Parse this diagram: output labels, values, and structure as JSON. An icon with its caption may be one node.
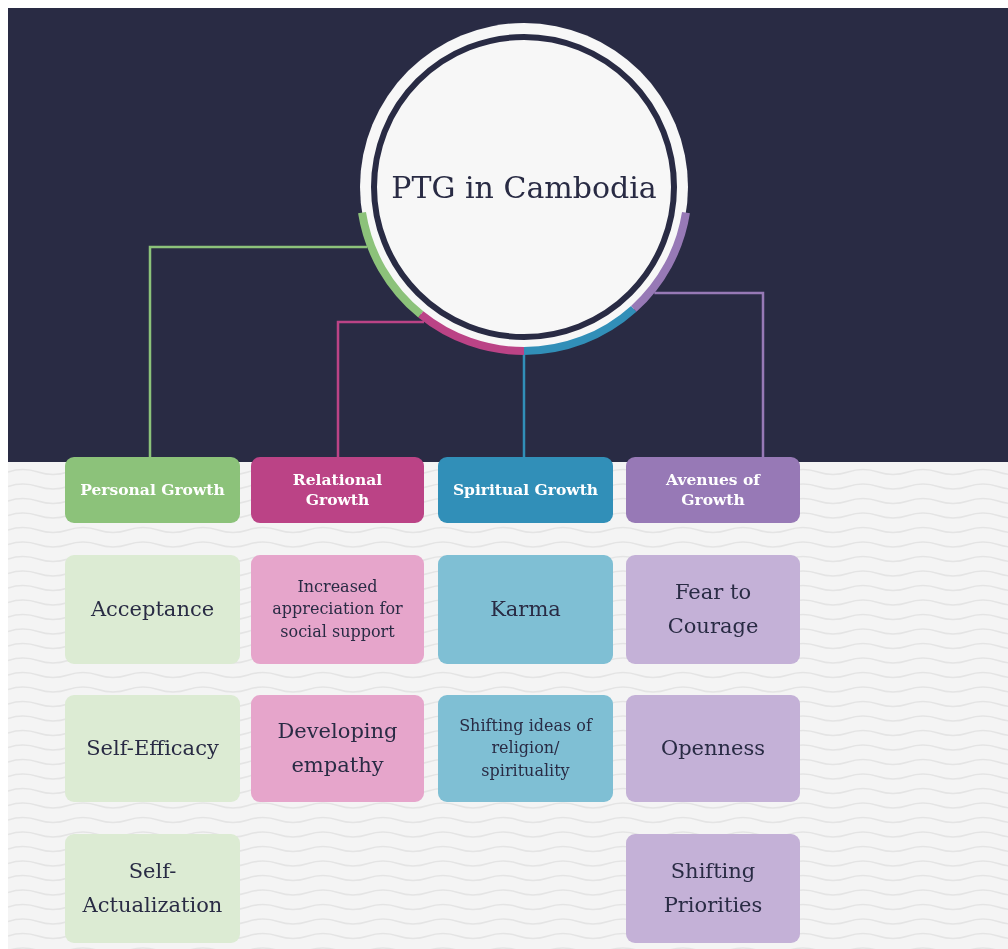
{
  "diagram": {
    "nodes": [
      {
        "text": [
          "PTG in Cambodia"
        ]
      },
      {
        "text": [
          "Personal Growth"
        ]
      },
      {
        "text": [
          "Relational Growth"
        ]
      },
      {
        "text": [
          "Spiritual Growth"
        ]
      },
      {
        "text": [
          "Avenues of Growth"
        ]
      },
      {
        "text": [
          "Acceptance"
        ]
      },
      {
        "text": [
          "Increased appreciation for social support"
        ]
      },
      {
        "text": [
          "Karma"
        ]
      },
      {
        "text": [
          "Fear to Courage"
        ]
      },
      {
        "text": [
          "Self-Efficacy"
        ]
      },
      {
        "text": [
          "Developing empathy"
        ]
      },
      {
        "text": [
          "Shifting ideas of religion/ spirituality"
        ]
      },
      {
        "text": [
          "Openness"
        ]
      },
      {
        "text": [
          "Self-Actualization"
        ]
      },
      {
        "text": [
          "Shifting Priorities"
        ]
      }
    ],
    "edges": [
      {
        "from": 0,
        "to": 1,
        "arrow": "none",
        "color": "#8cc27a"
      },
      {
        "from": 0,
        "to": 2,
        "arrow": "none",
        "color": "#bb4386"
      },
      {
        "from": 0,
        "to": 3,
        "arrow": "none",
        "color": "#318fb8"
      },
      {
        "from": 0,
        "to": 4,
        "arrow": "none",
        "color": "#9779b6"
      }
    ]
  }
}
